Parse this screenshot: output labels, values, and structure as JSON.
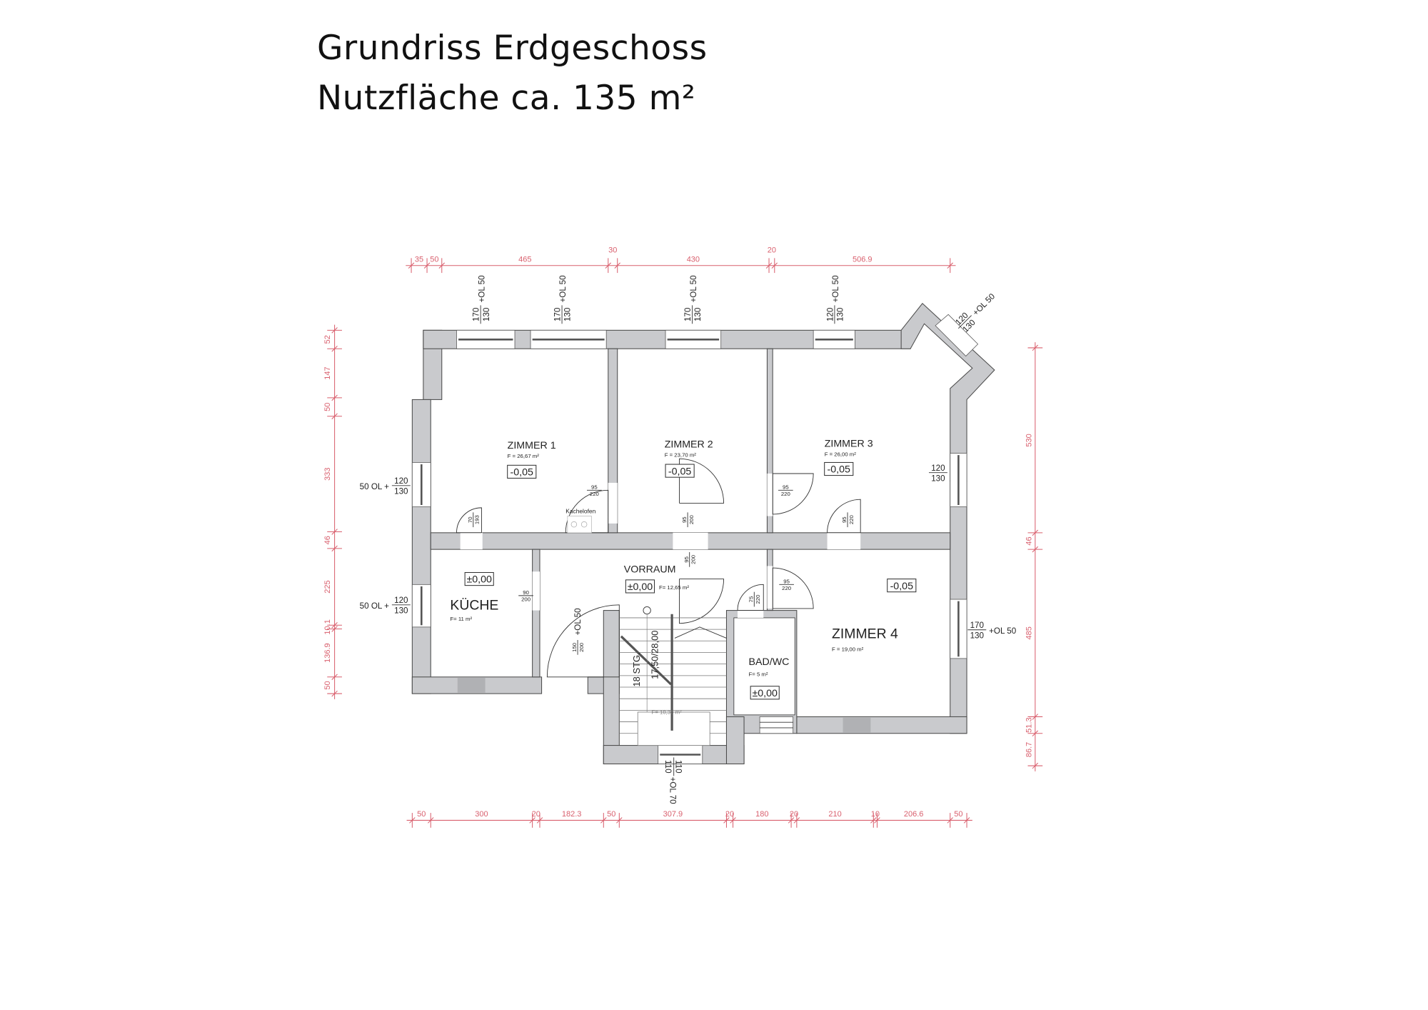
{
  "title": {
    "line1": "Grundriss Erdgeschoss",
    "line2": "Nutzfläche ca. 135 m²"
  },
  "dimensions": {
    "top": [
      "35",
      "50",
      "465",
      "30",
      "430",
      "20",
      "506.9"
    ],
    "bottom": [
      "50",
      "300",
      "20",
      "182.3",
      "50",
      "307.9",
      "20",
      "180",
      "20",
      "210",
      "10",
      "206.6",
      "50"
    ],
    "left": [
      "52",
      "147",
      "50",
      "333",
      "46",
      "225",
      "10.1",
      "136.9",
      "50"
    ],
    "right": [
      "530",
      "46",
      "485",
      "51.3",
      "86.7"
    ]
  },
  "rooms": [
    {
      "name": "ZIMMER 1",
      "area": "F = 26,67 m²",
      "level": "-0,05"
    },
    {
      "name": "ZIMMER 2",
      "area": "F = 23,70 m²",
      "level": "-0,05"
    },
    {
      "name": "ZIMMER 3",
      "area": "F = 26,00 m²",
      "level": "-0,05"
    },
    {
      "name": "VORRAUM",
      "area": "F= 12,65 m²",
      "level": "±0,00"
    },
    {
      "name": "KÜCHE",
      "area": "F= 11 m²",
      "level": "±0,00"
    },
    {
      "name": "ZIMMER 4",
      "area": "F = 19,00 m²",
      "level": "-0,05"
    },
    {
      "name": "BAD/WC",
      "area": "F= 5 m²",
      "level": "±0,00"
    }
  ],
  "stair": {
    "steps": "18 STG.",
    "ratio": "17,50/28,00",
    "area": "F= 10,35 m²"
  },
  "fixtures": {
    "stove": "Kachelofen"
  },
  "windows": [
    {
      "w": "170",
      "h": "130",
      "note": "+OL 50"
    },
    {
      "w": "170",
      "h": "130",
      "note": "+OL 50"
    },
    {
      "w": "170",
      "h": "130",
      "note": "+OL 50"
    },
    {
      "w": "120",
      "h": "130",
      "note": "+OL 50"
    },
    {
      "w": "120",
      "h": "130",
      "note": "+OL 50"
    },
    {
      "w": "120",
      "h": "130",
      "note": "50 OL +"
    },
    {
      "w": "120",
      "h": "130",
      "note": "50 OL +"
    },
    {
      "w": "120",
      "h": "130",
      "note": ""
    },
    {
      "w": "170",
      "h": "130",
      "note": "+OL 50"
    },
    {
      "w": "110",
      "h": "110",
      "note": "+OL 70"
    }
  ],
  "doors": [
    {
      "w": "70",
      "h": "193"
    },
    {
      "w": "95",
      "h": "220"
    },
    {
      "w": "95",
      "h": "200"
    },
    {
      "w": "95",
      "h": "220"
    },
    {
      "w": "95",
      "h": "220"
    },
    {
      "w": "95",
      "h": "200"
    },
    {
      "w": "90",
      "h": "200"
    },
    {
      "w": "150",
      "h": "200",
      "note": "+OL 50"
    },
    {
      "w": "75",
      "h": "220"
    },
    {
      "w": "95",
      "h": "220"
    }
  ]
}
